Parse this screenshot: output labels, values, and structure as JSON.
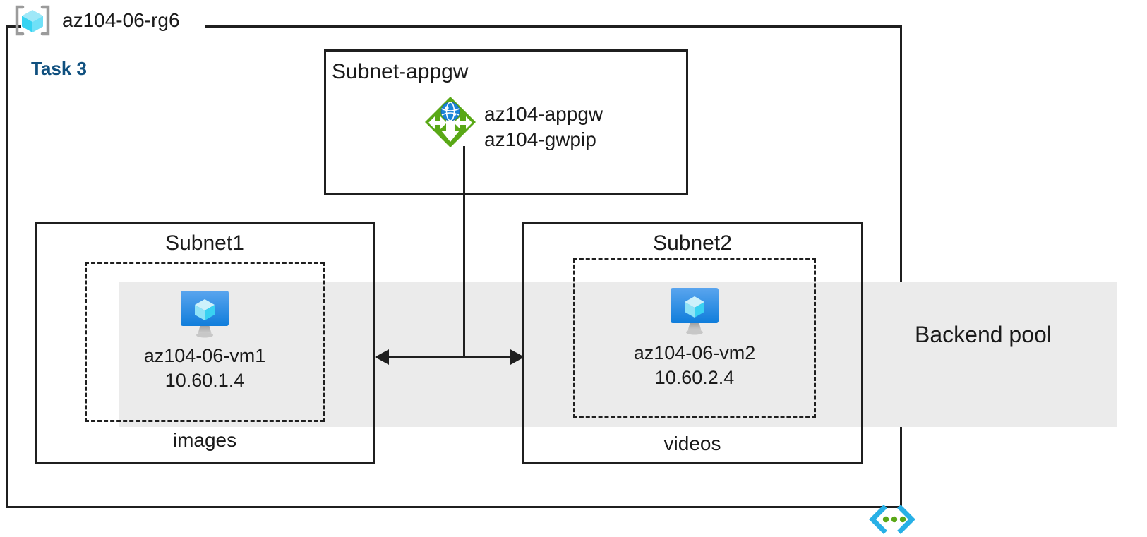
{
  "diagram": {
    "type": "azure-architecture",
    "resource_group": {
      "name": "az104-06-rg6",
      "icon": "resource-group-icon"
    },
    "task": {
      "label": "Task 3",
      "color": "#10507f"
    },
    "backend_pool": {
      "label": "Backend pool",
      "band_color": "#ebebeb"
    },
    "subnets": [
      {
        "id": "subnet-appgw",
        "title": "Subnet-appgw",
        "resources": [
          {
            "icon": "application-gateway-icon",
            "lines": [
              "az104-appgw",
              "az104-gwpip"
            ]
          }
        ]
      },
      {
        "id": "subnet1",
        "title": "Subnet1",
        "footer": "images",
        "resources": [
          {
            "icon": "virtual-machine-icon",
            "name": "az104-06-vm1",
            "ip": "10.60.1.4"
          }
        ]
      },
      {
        "id": "subnet2",
        "title": "Subnet2",
        "footer": "videos",
        "resources": [
          {
            "icon": "virtual-machine-icon",
            "name": "az104-06-vm2",
            "ip": "10.60.2.4"
          }
        ]
      }
    ],
    "vnet_marker": {
      "icon": "virtual-network-code-icon",
      "bracket_color": "#28b0e6",
      "dot_color": "#5aa717"
    },
    "colors": {
      "border": "#1f1f1f",
      "text": "#1a1a1a",
      "gateway_green": "#59a816",
      "vm_blue": "#0f7ddb",
      "cube_cyan": "#7fdff5"
    }
  }
}
